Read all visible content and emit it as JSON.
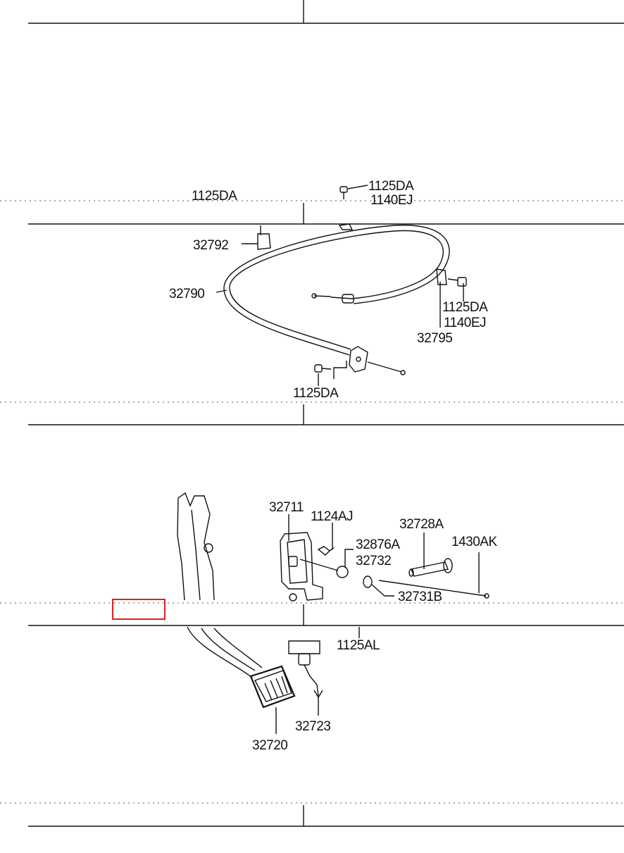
{
  "diagram": {
    "colors": {
      "ink": "#111111",
      "highlight": "#e02020",
      "background": "#ffffff"
    },
    "panels": [
      {
        "name": "accelerator-cable-assembly",
        "labels": [
          "1125DA",
          "1125DA",
          "1140EJ",
          "32792",
          "32790",
          "1125DA",
          "1140EJ",
          "32795",
          "1125DA"
        ]
      },
      {
        "name": "accelerator-pedal-assembly",
        "labels": [
          "32711",
          "1124AJ",
          "32728A",
          "32876A",
          "1430AK",
          "32732",
          "32731B",
          "1125AL",
          "32723",
          "32720"
        ]
      }
    ]
  }
}
